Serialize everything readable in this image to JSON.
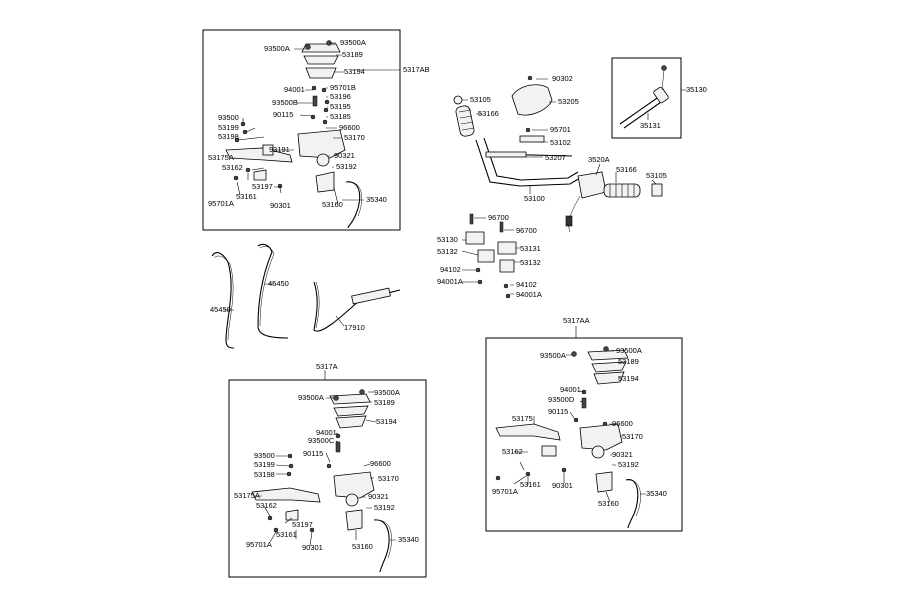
{
  "labels": {
    "a93500A_1": "93500A",
    "a93500A_2": "93500A",
    "a53189": "53189",
    "a53194": "53194",
    "a5317AB": "5317AB",
    "a94001": "94001",
    "a95701B": "95701B",
    "a93500B": "93500B",
    "a53196": "53196",
    "a53195": "53195",
    "a90115": "90115",
    "a53185": "53185",
    "a93500": "93500",
    "a96600": "96600",
    "a53199": "53199",
    "a53170": "53170",
    "a53198": "53198",
    "a93191": "93191",
    "a90321": "90321",
    "a5317_5A": "53175A",
    "a53162": "53162",
    "a53192": "53192",
    "a53197": "53197",
    "a53161": "53161",
    "a35340": "35340",
    "a95701A": "95701A",
    "a90301": "90301",
    "a53160": "53160",
    "b90302": "90302",
    "b53105": "53105",
    "b53205": "53205",
    "b53166": "53166",
    "b95701": "95701",
    "b53102": "53102",
    "b53207": "53207",
    "b3520A": "3520A",
    "b53166b": "53166",
    "b53105b": "53105",
    "b53100": "53100",
    "c35130": "35130",
    "c35131": "35131",
    "d96700a": "96700",
    "d53130": "53130",
    "d96700b": "96700",
    "d53132a": "53132",
    "d53131": "53131",
    "d53132b": "53132",
    "d94102a": "94102",
    "d94001A_a": "94001A",
    "d94102b": "94102",
    "d94001A_b": "94001A",
    "e45450a": "45450",
    "e45450b": "45450",
    "e17910": "17910",
    "f5317A": "5317A",
    "f93500A_1": "93500A",
    "f93500A_2": "93500A",
    "f53189": "53189",
    "f53194": "53194",
    "f94001": "94001",
    "f93500C": "93500C",
    "f90115": "90115",
    "f93500": "93500",
    "f96600": "96600",
    "f53199": "53199",
    "f53198": "53198",
    "f53170": "53170",
    "f53175A": "53175A",
    "f90321": "90321",
    "f53162": "53162",
    "f53192": "53192",
    "f53197": "53197",
    "f53161": "53161",
    "f95701A": "95701A",
    "f90301": "90301",
    "f53160": "53160",
    "f35340": "35340",
    "g5317AA": "5317AA",
    "g93500A_1": "93500A",
    "g93500A_2": "93500A",
    "g53189": "53189",
    "g53194": "53194",
    "g94001": "94001",
    "g93500D": "93500D",
    "g90115": "90115",
    "g53175": "53175",
    "g96600": "96600",
    "g53170": "53170",
    "g53162": "53162",
    "g90321": "90321",
    "g53192": "53192",
    "g53161": "53161",
    "g95701A": "95701A",
    "g90301": "90301",
    "g35340": "35340",
    "g53160": "53160"
  }
}
